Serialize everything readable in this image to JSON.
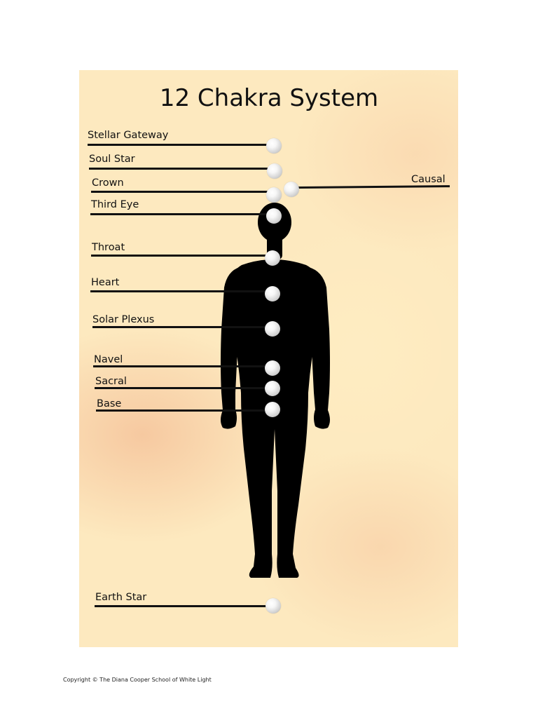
{
  "title": "12 Chakra System",
  "chakras": {
    "stellar_gateway": "Stellar Gateway",
    "soul_star": "Soul Star",
    "crown": "Crown",
    "causal": "Causal",
    "third_eye": "Third Eye",
    "throat": "Throat",
    "heart": "Heart",
    "solar_plexus": "Solar Plexus",
    "navel": "Navel",
    "sacral": "Sacral",
    "base": "Base",
    "earth_star": "Earth Star"
  },
  "copyright": "Copyright © The Diana Cooper School of White Light",
  "colors": {
    "background": "#fde9bf",
    "silhouette": "#000000",
    "line": "#111111"
  }
}
